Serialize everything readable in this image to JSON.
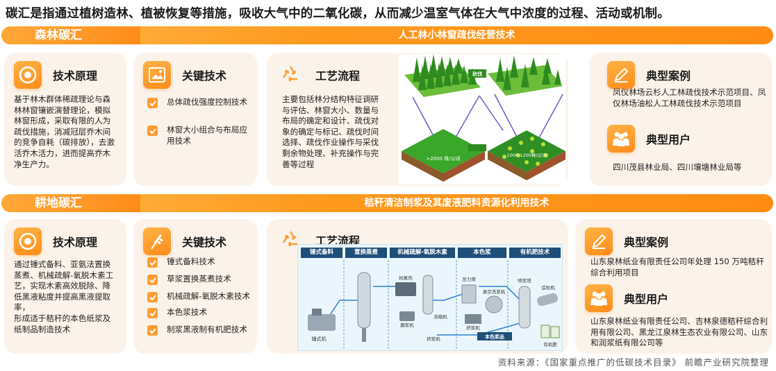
{
  "headline": "碳汇是指通过植树造林、植被恢复等措施，吸收大气中的二氧化碳，从而减少温室气体在大气中浓度的过程、活动或机制。",
  "forest": {
    "tag": "森林碳汇",
    "subtitle": "人工林小林窗疏伐经营技术",
    "principle": {
      "title": "技术原理",
      "text": "基于林木群体稀疏理论与森林林窗镶嵌演替理论，模拟林窗形成，采取有限的人为疏伐措施，消减冠层乔木间的竞争自耗（碳排放），去激活乔木活力，进而提高乔木净生产力。"
    },
    "key_tech": {
      "title": "关键技术",
      "items": [
        "总体疏伐强度控制技术",
        "林窗大小组合与布局应用技术"
      ]
    },
    "process": {
      "title": "工艺流程",
      "text": "主要包括林分结构特征调研与评估、林窗大小、数量与布局的确定和设计、疏伐对象的确定与标记、疏伐时间选择、疏伐作业操作与采伐剩余物处理、补充操作与完善等过程",
      "diagram_labels": [
        "砍伐",
        ">2000 株/公顷",
        "1000-1200株/公顷"
      ]
    },
    "case": {
      "title": "典型案例",
      "text": "凤仪林场云杉人工林疏伐技术示范项目、凤仪林场油松人工林疏伐技术示范项目"
    },
    "users": {
      "title": "典型用户",
      "text": "四川茂县林业局、四川壤塘林业局等"
    }
  },
  "farmland": {
    "tag": "耕地碳汇",
    "subtitle": "秸秆清洁制浆及其废液肥料资源化利用技术",
    "principle": {
      "title": "技术原理",
      "text": "通过锤式备料、亚氨法置换蒸煮、机械疏解-氧脱木素工艺，实现木素高效脱除、降低黑液粘度并提高黑液提取率，\n形成适于秸秆的本色纸浆及纸制品制造技术"
    },
    "key_tech": {
      "title": "关键技术",
      "items": [
        "锤式备料技术",
        "草浆置换蒸煮技术",
        "机械疏解-氧脱木素技术",
        "本色浆技术",
        "制浆黑液制有机肥技术"
      ]
    },
    "process": {
      "title": "工艺流程",
      "stages": [
        "锤式备料",
        "置换蒸煮",
        "机械疏解-氧脱木素",
        "本色浆",
        "有机肥技术"
      ],
      "equipment": [
        "抗氧剂",
        "锤式机",
        "压力筛",
        "真空洗浆机",
        "挤浆机",
        "浓缩机",
        "磨浆机",
        "挤浆机",
        "本色浆品",
        "喷浆塔",
        "造粒机",
        "有机肥"
      ]
    },
    "case": {
      "title": "典型案例",
      "text": "山东泉林纸业有限责任公司年处理 150 万吨秸秆综合利用项目"
    },
    "users": {
      "title": "典型用户",
      "text": "山东泉林纸业有限责任公司、吉林泉德秸秆综合利用有限公司、黑龙江泉林生态农业有限公司、山东和润浆纸有限公司等"
    }
  },
  "source": "资料来源：《国家重点推广的低碳技术目录》  前瞻产业研究院整理",
  "colors": {
    "accent": "#ff8c1a",
    "card_bg": "#fbf3ea",
    "grass": "#3aa62a"
  }
}
